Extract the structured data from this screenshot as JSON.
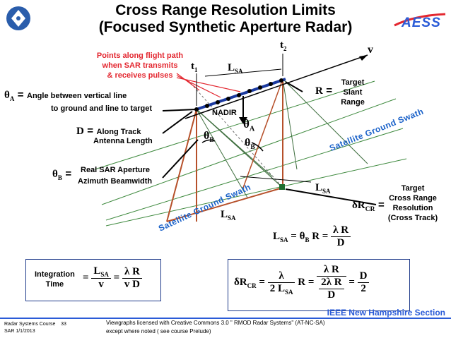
{
  "header": {
    "title_line1": "Cross Range Resolution Limits",
    "title_line2": "(Focused Synthetic Aperture Radar)",
    "brand_text": "AESS"
  },
  "diagram": {
    "flight_path_note_l1": "Points along flight path",
    "flight_path_note_l2": "when SAR transmits",
    "flight_path_note_l3": "& receives pulses",
    "t1": "t",
    "t1_sub": "1",
    "t2": "t",
    "t2_sub": "2",
    "velocity": "v",
    "lsa": "L",
    "lsa_sub": "SA",
    "theta": "θ",
    "sub_A": "A",
    "sub_B": "B",
    "sub_CR": "CR",
    "equals": "=",
    "theta_a_def_l1": "Angle between vertical line",
    "theta_a_def_l2": "to ground and line to target",
    "d_symbol": "D",
    "d_def_l1": "Along Track",
    "d_def_l2": "Antenna Length",
    "theta_b_def_l1": "Real SAR Aperture",
    "theta_b_def_l2": "Azimuth Beamwidth",
    "nadir": "NADIR",
    "r_symbol": "R",
    "r_def_l1": "Target",
    "r_def_l2": "Slant",
    "r_def_l3": "Range",
    "swath_upper": "Satellite Ground Swath",
    "swath_lower": "Satellite Ground Swath",
    "delta_r": "δR",
    "target_cr_l1": "Target",
    "target_cr_l2": "Cross Range",
    "target_cr_l3": "Resolution",
    "target_cr_l4": "(Cross Track)"
  },
  "formulas": {
    "lsa_lhs": "L",
    "theta_b": "θ",
    "r": "R",
    "lambda_r": "λ R",
    "d": "D",
    "integration_l1": "Integration",
    "integration_l2": "Time",
    "v": "v",
    "v_d": "v D",
    "lambda": "λ",
    "two_lsa": "2 L",
    "two_lambda_r": "2λ R",
    "two": "2"
  },
  "footer": {
    "ieee": "IEEE New Hampshire Section",
    "course": "Radar Systems Course",
    "page": "33",
    "sar_date": "SAR 1/1/2013",
    "license_l1": "Viewgraphs licensed with Creative Commons 3.0 \" RMOD Radar Systems\" (AT-NC-SA)",
    "license_l2": "except where noted ( see course Prelude)"
  },
  "colors": {
    "accent_red": "#e3262f",
    "swath_blue": "#1b62c9",
    "beam_brown": "#b6502a",
    "footer_blue": "#2a5bd7"
  }
}
